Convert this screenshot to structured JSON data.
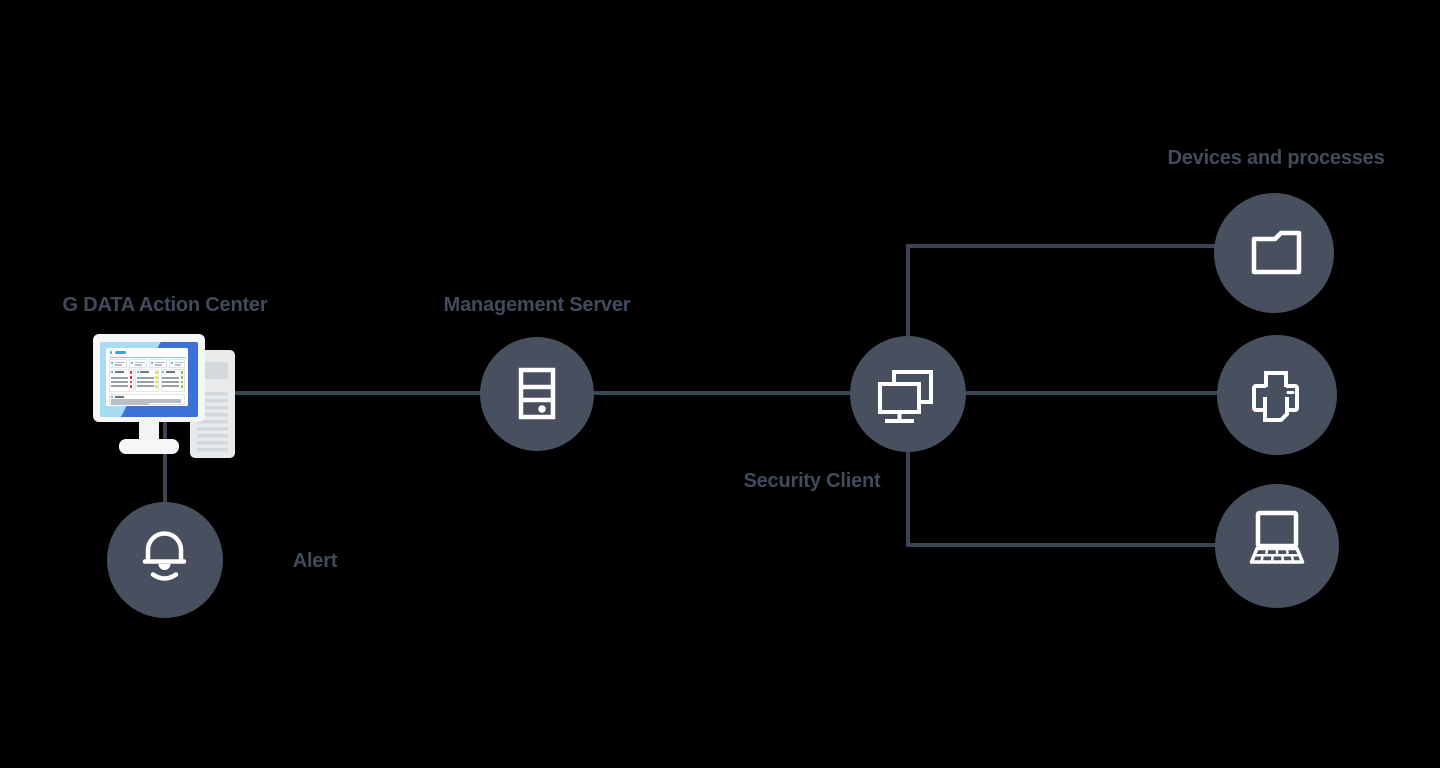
{
  "title": "G DATA security architecture diagram",
  "background": "#000000",
  "palette": {
    "node_fill": "#484F5F",
    "connector": "#3C4453",
    "label_text": "#424B5C",
    "icon_stroke": "#FFFFFF",
    "screen_light_blue": "#A6DCF4",
    "screen_royal_blue": "#3B71D8",
    "dashboard_accent_cyan": "#2FA8E0",
    "status_red": "#E03C41",
    "status_yellow": "#F3E32B",
    "status_green": "#86C440",
    "hardware_white": "#F5F6F7",
    "hardware_gray": "#E8EAEC",
    "hardware_gray_dark": "#D6D9DC"
  },
  "labels": {
    "action_center": "G DATA Action Center",
    "management_server": "Management Server",
    "security_client": "Security Client",
    "alert": "Alert",
    "devices": "Devices and processes"
  },
  "nodes": [
    {
      "id": "action-center",
      "label": "G DATA Action Center",
      "icon": "desktop-computer-illustration"
    },
    {
      "id": "management-server",
      "label": "Management Server",
      "icon": "server-icon"
    },
    {
      "id": "security-client",
      "label": "Security Client",
      "icon": "dual-monitor-icon"
    },
    {
      "id": "alert",
      "label": "Alert",
      "icon": "bell-icon"
    },
    {
      "id": "devices-folder",
      "label": "Devices and processes",
      "icon": "folder-icon"
    },
    {
      "id": "devices-printer",
      "label": "Devices and processes",
      "icon": "printer-icon"
    },
    {
      "id": "devices-laptop",
      "label": "Devices and processes",
      "icon": "laptop-icon"
    }
  ],
  "edges": [
    {
      "from": "action-center",
      "to": "management-server"
    },
    {
      "from": "management-server",
      "to": "security-client"
    },
    {
      "from": "security-client",
      "to": "devices-folder"
    },
    {
      "from": "security-client",
      "to": "devices-printer"
    },
    {
      "from": "security-client",
      "to": "devices-laptop"
    },
    {
      "from": "action-center",
      "to": "alert"
    }
  ]
}
